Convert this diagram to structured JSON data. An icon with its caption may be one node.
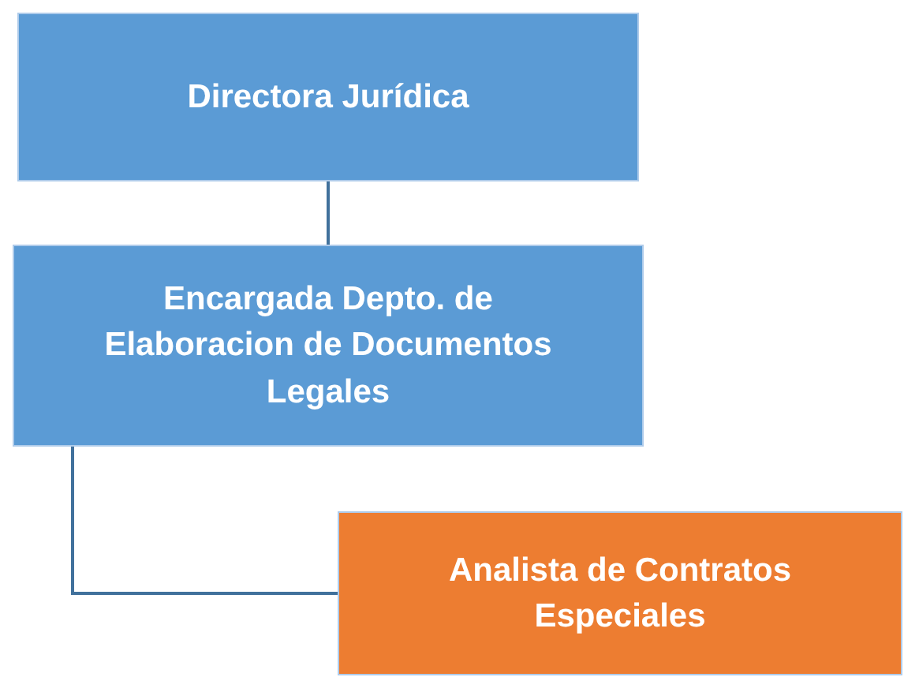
{
  "diagram": {
    "nodes": [
      {
        "text": [
          "Directora Jurídica"
        ]
      },
      {
        "text": [
          "Encargada Depto. de Elaboracion de Documentos Legales"
        ]
      },
      {
        "text": [
          "Analista de Contratos Especiales"
        ]
      }
    ],
    "edges": [
      {
        "from": 0,
        "to": 1,
        "arrow": "none"
      },
      {
        "from": 1,
        "to": 2,
        "arrow": "none"
      }
    ]
  }
}
